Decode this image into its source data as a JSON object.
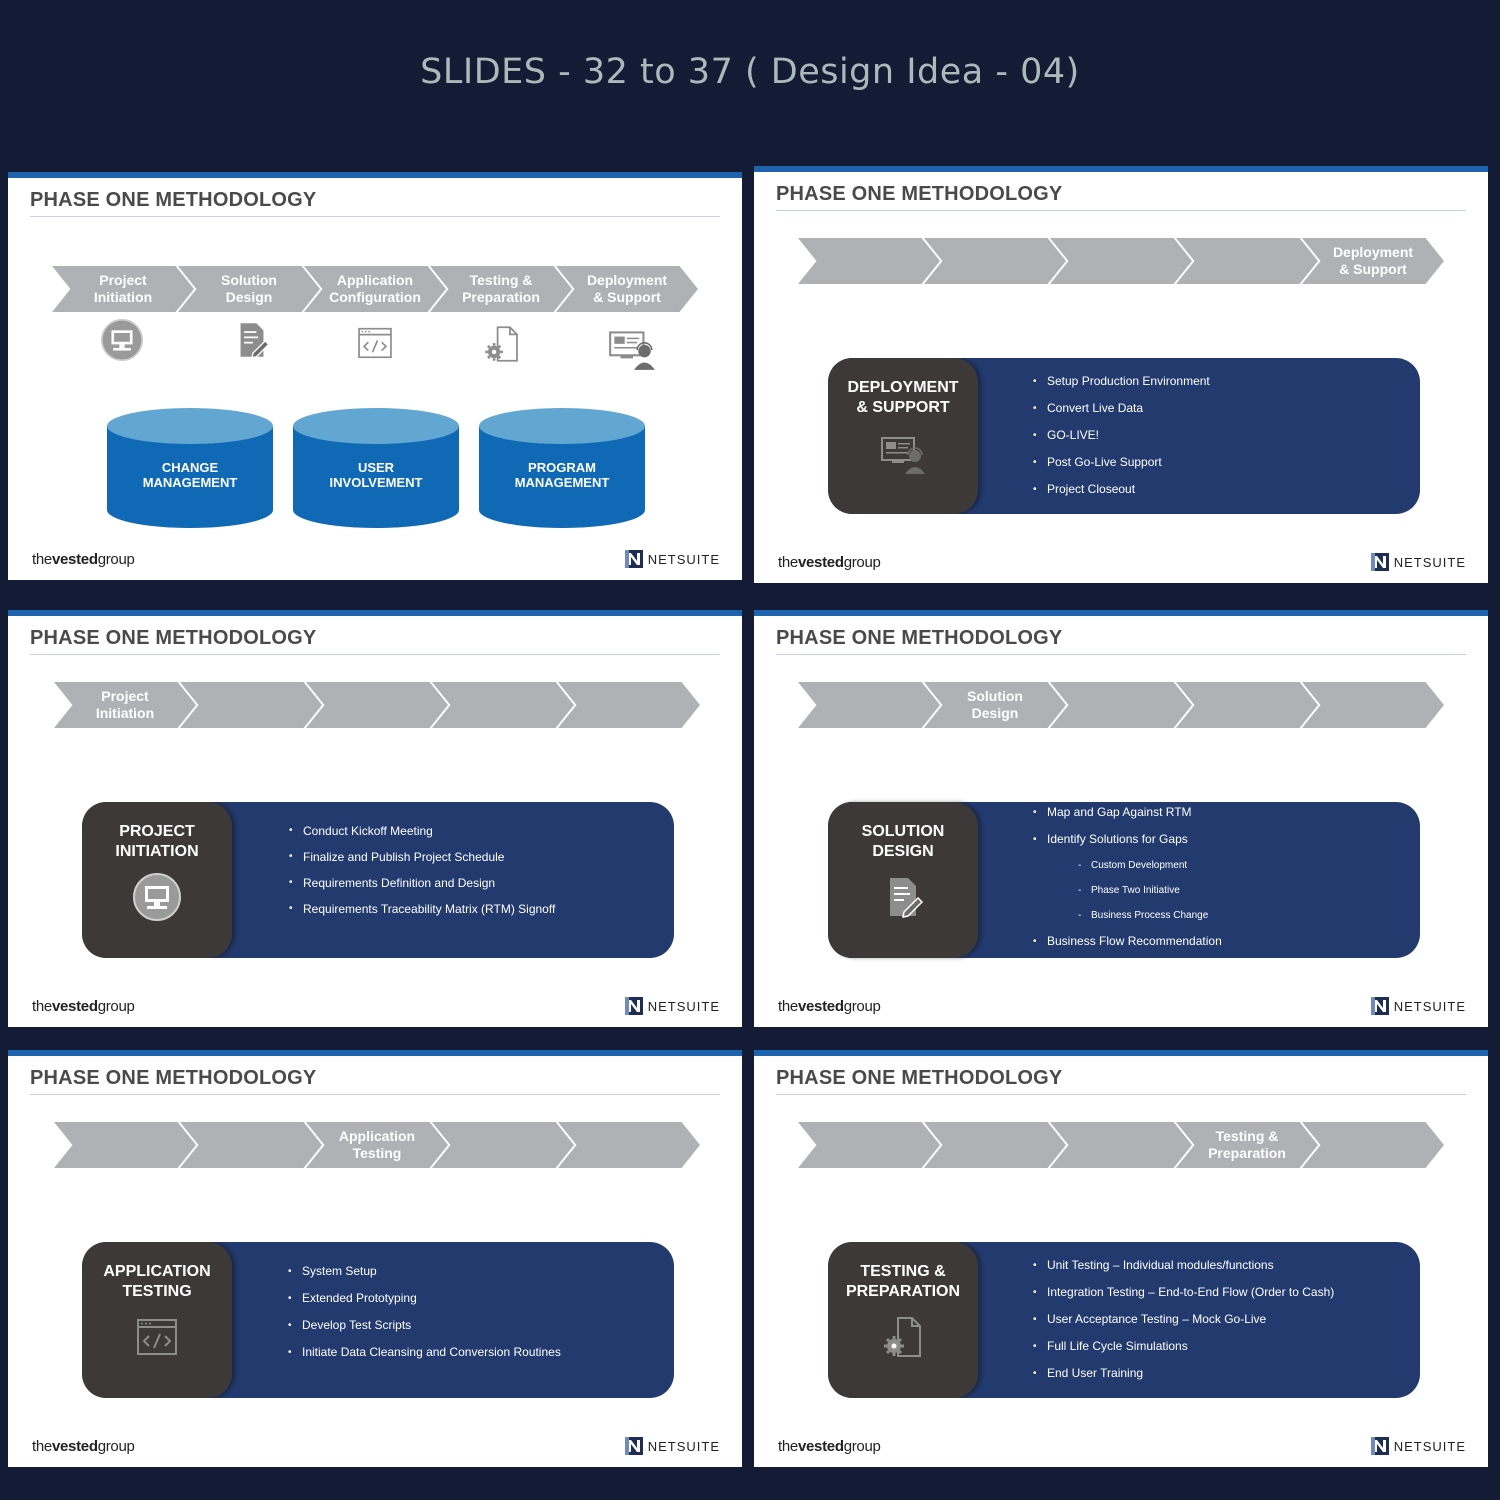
{
  "heading": "SLIDES - 32 to 37 ( Design Idea - 04)",
  "common": {
    "slide_title": "PHASE ONE METHODOLOGY",
    "logo_left_light": "the",
    "logo_left_bold": "vested",
    "logo_left_rest": "group",
    "logo_right": "NETSUITE"
  },
  "colors": {
    "background": "#131c34",
    "accent": "#1d63ad",
    "card": "#223a6d",
    "card_dark": "#3d3938",
    "chevron": "#afb1b5",
    "cylinder": "#0f69b4"
  },
  "overview": {
    "phases": [
      "Project\nInitiation",
      "Solution\nDesign",
      "Application\nConfiguration",
      "Testing &\nPreparation",
      "Deployment\n& Support"
    ],
    "phase_icons": [
      "monitor-icon",
      "document-edit-icon",
      "code-window-icon",
      "gear-document-icon",
      "support-agent-icon"
    ],
    "pillars": [
      "CHANGE\nMANAGEMENT",
      "USER\nINVOLVEMENT",
      "PROGRAM\nMANAGEMENT"
    ]
  },
  "deployment": {
    "active_label": "Deployment\n& Support",
    "card_title": "DEPLOYMENT\n& SUPPORT",
    "icon": "support-agent-icon",
    "bullets": [
      "Setup Production Environment",
      "Convert Live Data",
      "GO-LIVE!",
      "Post Go-Live Support",
      "Project Closeout"
    ]
  },
  "initiation": {
    "active_label": "Project\nInitiation",
    "card_title": "PROJECT\nINITIATION",
    "icon": "monitor-icon",
    "bullets": [
      "Conduct Kickoff Meeting",
      "Finalize and Publish Project Schedule",
      "Requirements Definition and Design",
      "Requirements Traceability Matrix (RTM) Signoff"
    ]
  },
  "solution": {
    "active_label": "Solution\nDesign",
    "card_title": "SOLUTION\nDESIGN",
    "icon": "document-edit-icon",
    "bullets": [
      "Map and Gap Against RTM",
      "Identify Solutions for Gaps"
    ],
    "sub_bullets": [
      "Custom Development",
      "Phase Two Initiative",
      "Business Process Change"
    ],
    "last_bullet": "Business Flow Recommendation"
  },
  "application": {
    "active_label": "Application\nTesting",
    "card_title": "APPLICATION\nTESTING",
    "icon": "code-window-icon",
    "bullets": [
      "System Setup",
      "Extended Prototyping",
      "Develop Test Scripts",
      "Initiate Data Cleansing and Conversion Routines"
    ]
  },
  "testing": {
    "active_label": "Testing &\nPreparation",
    "card_title": "TESTING &\nPREPARATION",
    "icon": "gear-document-icon",
    "bullets": [
      "Unit Testing – Individual modules/functions",
      "Integration Testing – End-to-End Flow (Order to Cash)",
      "User Acceptance Testing – Mock Go-Live",
      "Full Life Cycle Simulations",
      "End User Training"
    ]
  }
}
